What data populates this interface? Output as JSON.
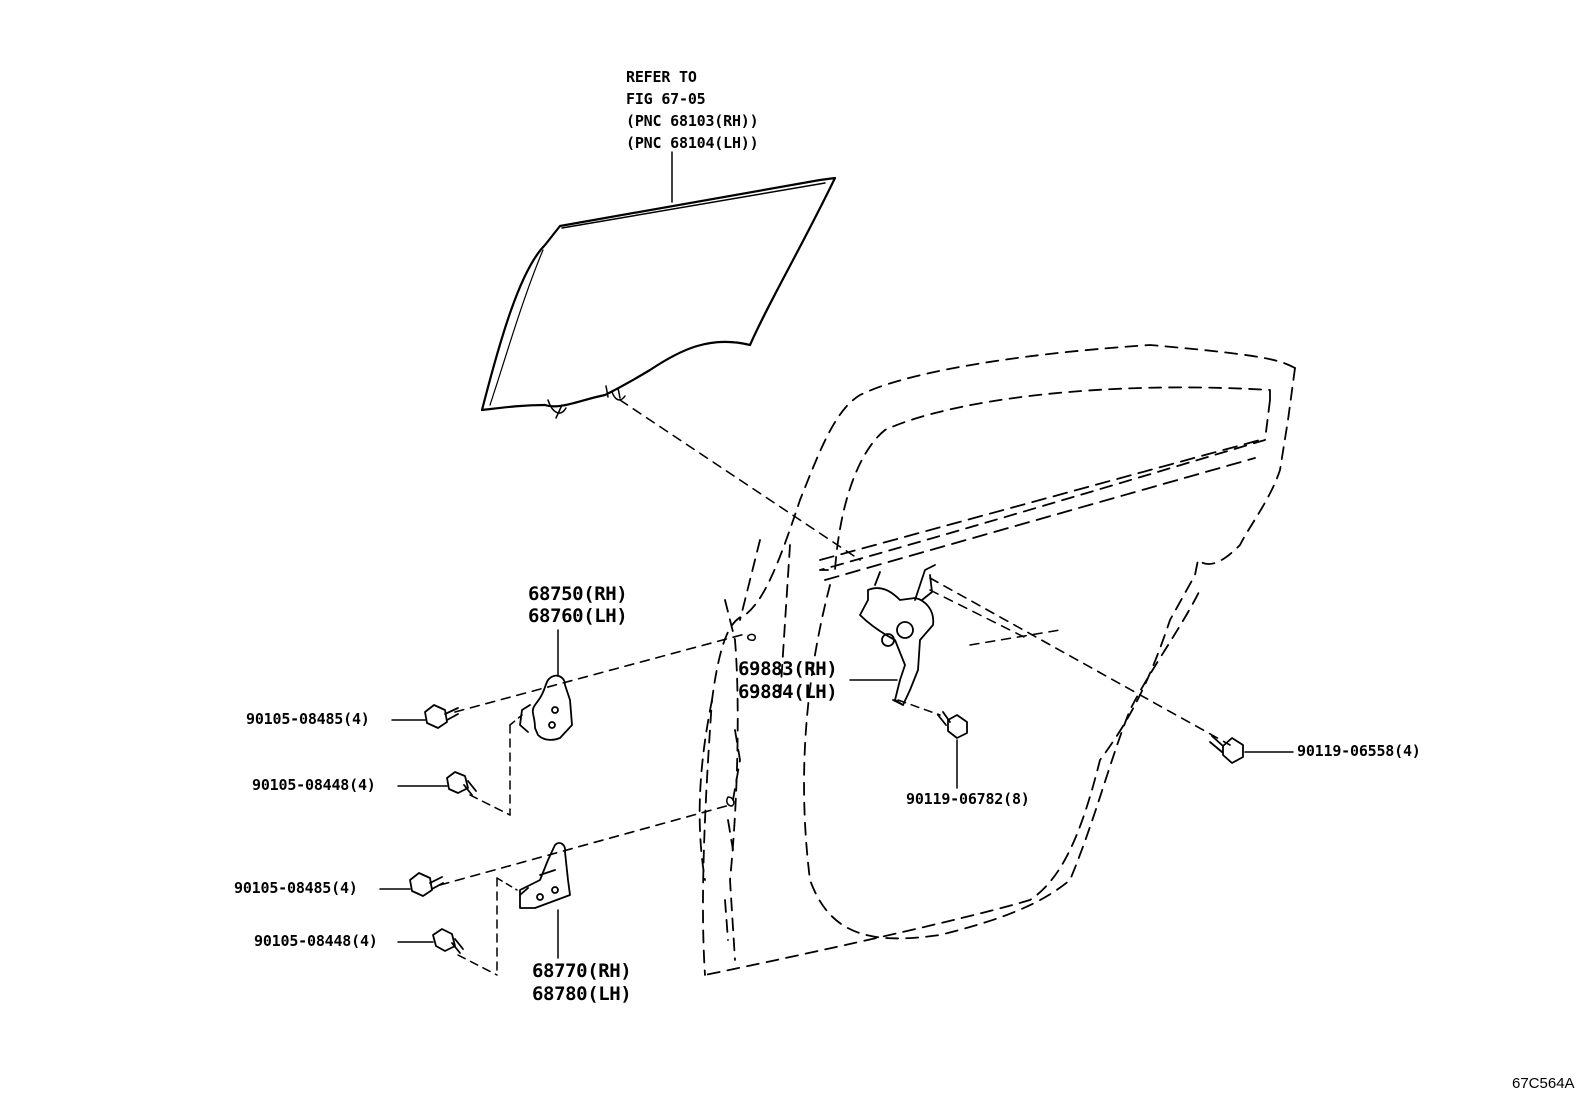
{
  "refer": {
    "line1": "REFER TO",
    "line2": "FIG 67-05",
    "line3": "(PNC 68103(RH))",
    "line4": "(PNC 68104(LH))"
  },
  "parts": {
    "hinge_upper_rh": "68750(RH)",
    "hinge_upper_lh": "68760(LH)",
    "hinge_lower_rh": "68770(RH)",
    "hinge_lower_lh": "68780(LH)",
    "check_rh": "69883(RH)",
    "check_lh": "69884(LH)",
    "bolt_upper_a": "90105-08485(4)",
    "bolt_upper_b": "90105-08448(4)",
    "bolt_lower_a": "90105-08485(4)",
    "bolt_lower_b": "90105-08448(4)",
    "bolt_check": "90119-06782(8)",
    "bolt_regulator": "90119-06558(4)"
  },
  "figure_code": "67C564A"
}
